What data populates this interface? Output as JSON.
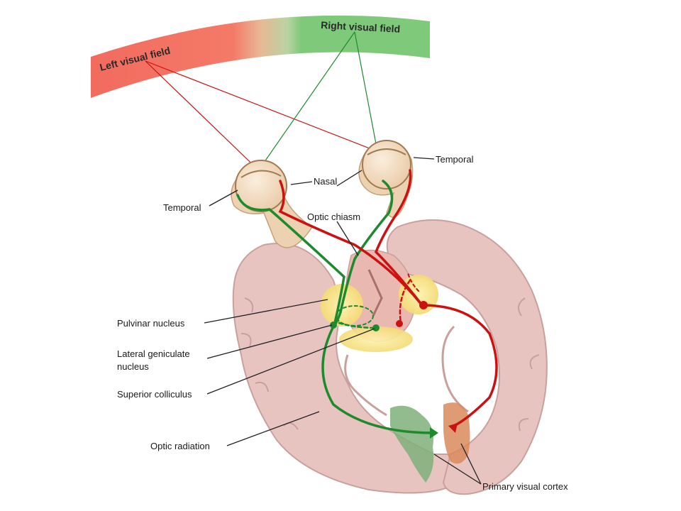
{
  "visual_fields": {
    "left": "Left visual field",
    "right": "Right visual field"
  },
  "labels": {
    "temporal_right_eye": "Temporal",
    "nasal": "Nasal",
    "temporal_left_eye": "Temporal",
    "optic_chiasm": "Optic chiasm",
    "pulvinar_nucleus": "Pulvinar nucleus",
    "lgn_line1": "Lateral geniculate",
    "lgn_line2": "nucleus",
    "superior_colliculus": "Superior colliculus",
    "optic_radiation": "Optic radiation",
    "primary_visual_cortex": "Primary visual cortex"
  },
  "colors": {
    "left_field": "#f26b5e",
    "right_field": "#7fc97a",
    "red_pathway": "#cc1111",
    "green_pathway": "#1e8a2e",
    "brain_tissue": "#e8c4c0",
    "brain_outline": "#c9a09c",
    "thalamus": "#f7e27a",
    "eye_sclera": "#f2dcc0"
  }
}
